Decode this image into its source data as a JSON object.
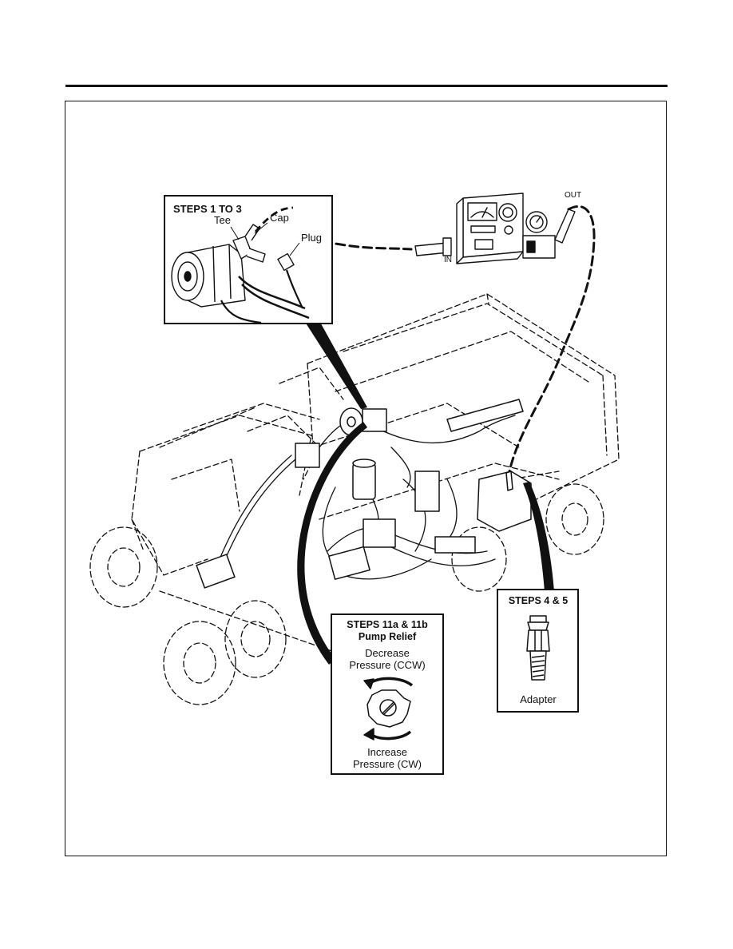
{
  "callout_steps_1_3": {
    "title": "STEPS 1 TO 3",
    "tee": "Tee",
    "cap": "Cap",
    "plug": "Plug"
  },
  "tester": {
    "in_label": "IN",
    "out_label": "OUT"
  },
  "callout_steps_4_5": {
    "title": "STEPS 4 & 5",
    "adapter": "Adapter"
  },
  "callout_steps_11": {
    "title": "STEPS 11a & 11b",
    "subtitle": "Pump Relief",
    "decrease_line1": "Decrease",
    "decrease_line2": "Pressure (CCW)",
    "increase_line1": "Increase",
    "increase_line2": "Pressure (CW)"
  }
}
